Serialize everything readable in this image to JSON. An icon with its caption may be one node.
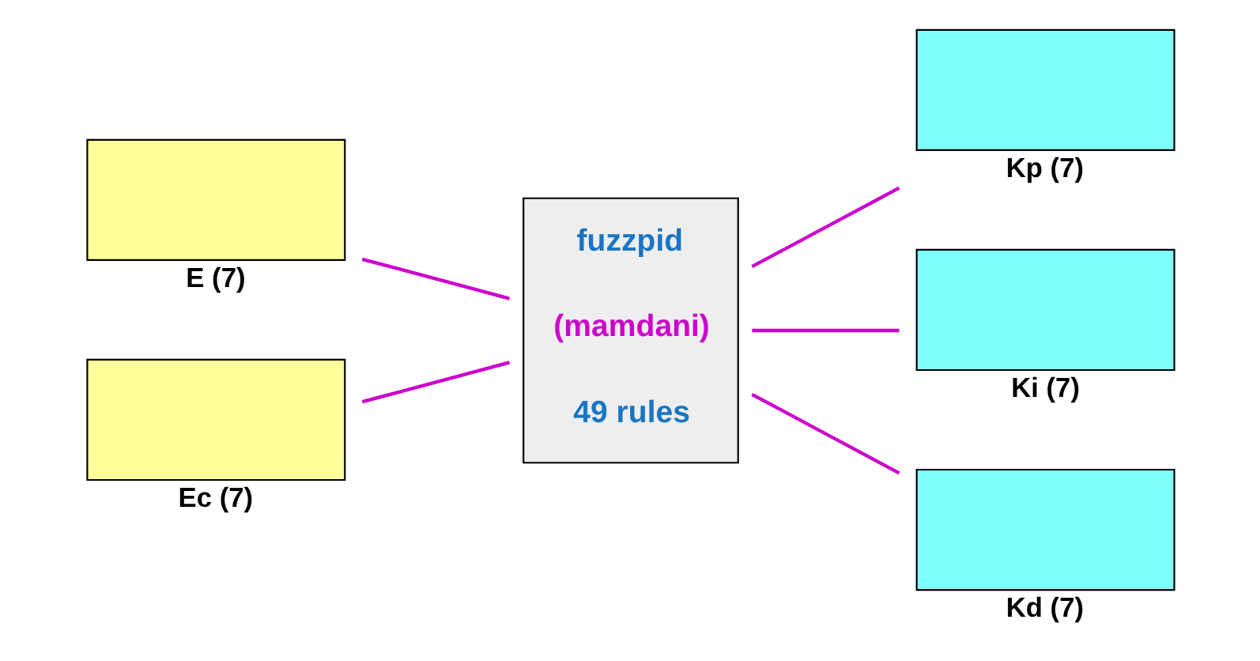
{
  "diagram": {
    "nodes": [
      {
        "text": [
          "E (7)"
        ]
      },
      {
        "text": [
          "Ec (7)"
        ]
      },
      {
        "text": [
          "fuzzpid",
          "(mamdani)",
          "49 rules"
        ]
      },
      {
        "text": [
          "Kp (7)"
        ]
      },
      {
        "text": [
          "Ki (7)"
        ]
      },
      {
        "text": [
          "Kd (7)"
        ]
      }
    ],
    "edges": [
      {
        "from": 0,
        "to": 2,
        "arrow": "none"
      },
      {
        "from": 1,
        "to": 2,
        "arrow": "none"
      },
      {
        "from": 2,
        "to": 3,
        "arrow": "none"
      },
      {
        "from": 2,
        "to": 4,
        "arrow": "none"
      },
      {
        "from": 2,
        "to": 5,
        "arrow": "none"
      }
    ]
  }
}
